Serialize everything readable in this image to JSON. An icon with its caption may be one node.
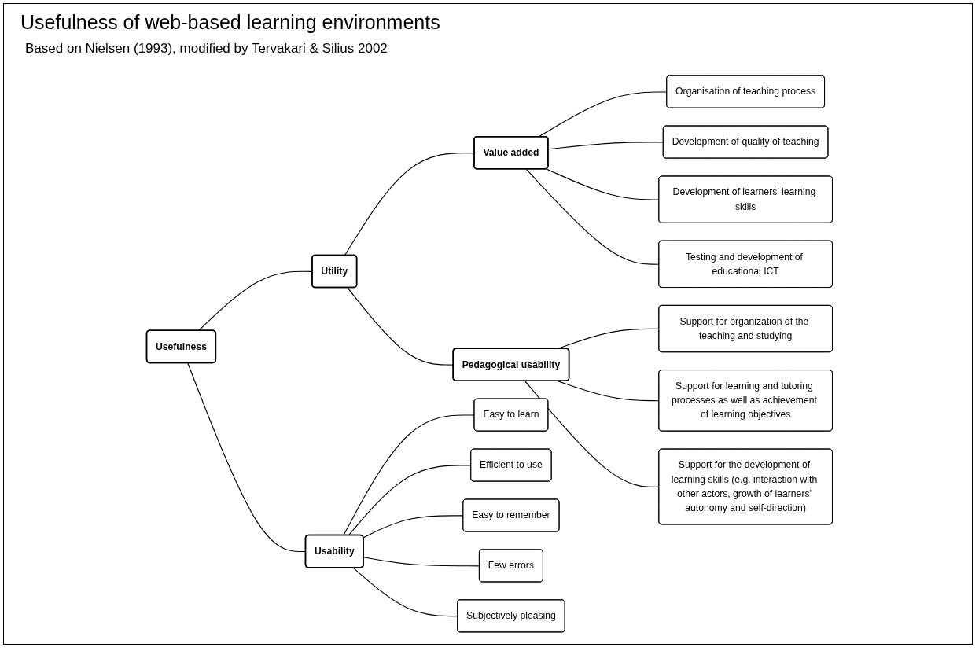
{
  "diagram": {
    "title": "Usefulness of web-based learning environments",
    "caption": "Based on Nielsen (1993), modified by Tervakari & Silius 2002",
    "nodes": [
      {
        "text": [
          "Usefulness"
        ]
      },
      {
        "text": [
          "Utility"
        ]
      },
      {
        "text": [
          "Value added"
        ]
      },
      {
        "text": [
          "Organisation of teaching process"
        ]
      },
      {
        "text": [
          "Development of quality of teaching"
        ]
      },
      {
        "text": [
          "Development of learners’ learning skills"
        ]
      },
      {
        "text": [
          "Testing and development of educational ICT"
        ]
      },
      {
        "text": [
          "Pedagogical usability"
        ]
      },
      {
        "text": [
          "Support for organization of the teaching and studying"
        ]
      },
      {
        "text": [
          "Support for learning and tutoring processes as well as achievement of learning objectives"
        ]
      },
      {
        "text": [
          "Support for the development of learning skills (e.g. interaction with other actors, growth of learners' autonomy and self-direction)"
        ]
      },
      {
        "text": [
          "Usability"
        ]
      },
      {
        "text": [
          "Easy to learn"
        ]
      },
      {
        "text": [
          "Efficient to use"
        ]
      },
      {
        "text": [
          "Easy to remember"
        ]
      },
      {
        "text": [
          "Few errors"
        ]
      },
      {
        "text": [
          "Subjectively pleasing"
        ]
      }
    ],
    "edges": [
      {
        "from": 0,
        "to": 1,
        "arrow": "none"
      },
      {
        "from": 1,
        "to": 2,
        "arrow": "none"
      },
      {
        "from": 2,
        "to": 3,
        "arrow": "none"
      },
      {
        "from": 2,
        "to": 4,
        "arrow": "none"
      },
      {
        "from": 2,
        "to": 5,
        "arrow": "none"
      },
      {
        "from": 2,
        "to": 6,
        "arrow": "none"
      },
      {
        "from": 1,
        "to": 7,
        "arrow": "none"
      },
      {
        "from": 7,
        "to": 8,
        "arrow": "none"
      },
      {
        "from": 7,
        "to": 9,
        "arrow": "none"
      },
      {
        "from": 7,
        "to": 10,
        "arrow": "none"
      },
      {
        "from": 0,
        "to": 11,
        "arrow": "none"
      },
      {
        "from": 11,
        "to": 12,
        "arrow": "none"
      },
      {
        "from": 11,
        "to": 13,
        "arrow": "none"
      },
      {
        "from": 11,
        "to": 14,
        "arrow": "none"
      },
      {
        "from": 11,
        "to": 15,
        "arrow": "none"
      },
      {
        "from": 11,
        "to": 16,
        "arrow": "none"
      }
    ]
  }
}
